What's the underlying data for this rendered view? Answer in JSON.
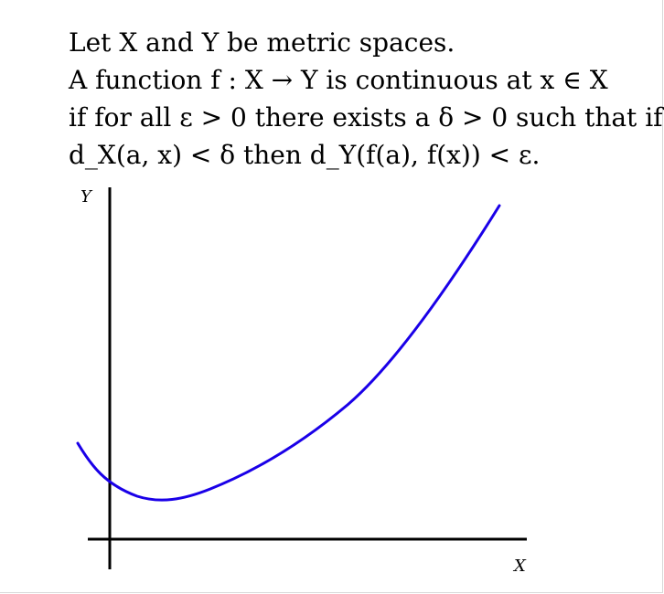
{
  "statement": {
    "line1": "Let X and Y be metric spaces.",
    "line2": "A function f : X → Y is continuous at x ∈ X",
    "line3": "if for all ε > 0 there exists a δ > 0 such that if",
    "line4": "d_X(a, x) < δ then d_Y(f(a), f(x)) < ε."
  },
  "graph": {
    "y_axis_label": "Y",
    "x_axis_label": "X",
    "curve_color": "#1a00e8",
    "axis_color": "#000000",
    "curve_shape": "convex curve with a minimum just right of the Y axis, rising steeply to the upper right"
  }
}
